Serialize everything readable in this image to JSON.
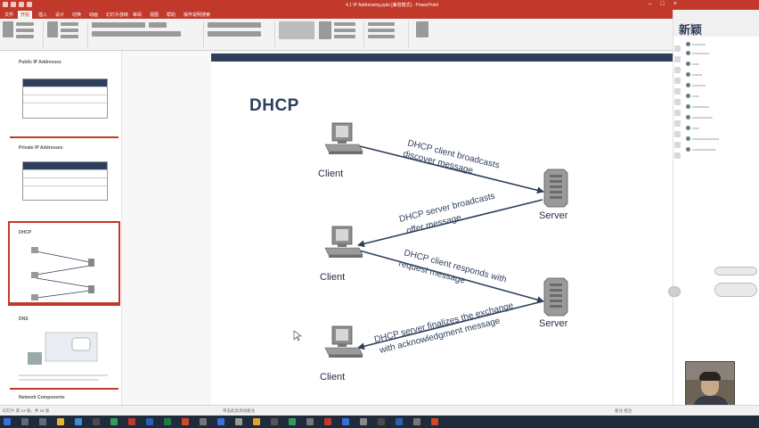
{
  "window": {
    "title": "4.1 IP Addressing.pptx [兼容模式] - PowerPoint"
  },
  "ribbon_tabs": [
    "文件",
    "开始",
    "插入",
    "设计",
    "切换",
    "动画",
    "幻灯片放映",
    "审阅",
    "视图",
    "帮助",
    "操作说明搜索"
  ],
  "active_tab": "开始",
  "thumbnails": [
    {
      "title": "Public IP Addresses"
    },
    {
      "title": "Private IP Addresses"
    },
    {
      "title": "DHCP"
    },
    {
      "title": "DNS"
    },
    {
      "title": "Network Components"
    }
  ],
  "slide": {
    "title": "DHCP",
    "labels": {
      "client1": "Client",
      "client2": "Client",
      "client3": "Client",
      "server1": "Server",
      "server2": "Server"
    },
    "steps": {
      "s1_line1": "DHCP client broadcasts",
      "s1_line2": "discover message",
      "s2_line1": "DHCP server broadcasts",
      "s2_line2": "offer message",
      "s3_line1": "DHCP client responds with",
      "s3_line2": "request message",
      "s4_line1": "DHCP server finalizes the exchange",
      "s4_line2": "with acknowledgment message"
    },
    "accent_color": "#2e3f5c"
  },
  "side_panel": {
    "brand": "新颖"
  },
  "statusbar": {
    "left": "幻灯片 第 13 张，共 15 张",
    "center": "单击此处添加备注",
    "right": "备注   批注"
  }
}
